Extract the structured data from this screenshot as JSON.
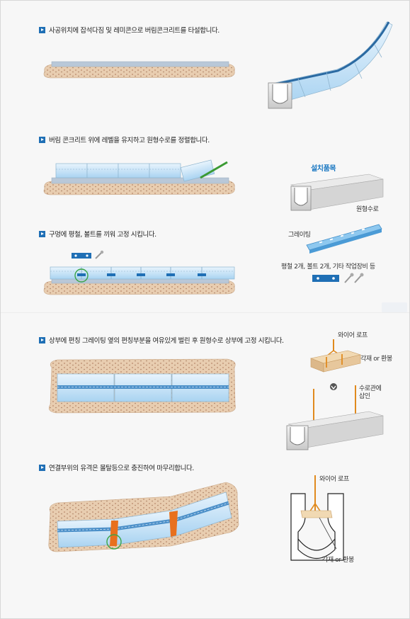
{
  "steps": [
    {
      "id": 1,
      "text": "사공위치에 잡석다짐 및 레미콘으로 버림콘크리트를 타설합니다."
    },
    {
      "id": 2,
      "text": "버림 콘크리트 위에 레벨을 유지하고 원형수로를 정렬합니다."
    },
    {
      "id": 3,
      "text": "구멍에 평철, 볼트를 끼워 고정 시킵니다."
    },
    {
      "id": 4,
      "text": "상부에 편칭 그레이팅 옆의 편칭부분을 여유있게 벌린 후 원형수로 상부에 고정 시킵니다."
    },
    {
      "id": 5,
      "text": "연결부위의 유격은 몰탈등으로 충진하여 마무리합니다."
    }
  ],
  "parts": {
    "title": "설치품목",
    "channel": "원형수로",
    "grating": "그레이팅",
    "accessories": "평철 2개, 볼트 2개, 기타 작업장비 등"
  },
  "lift": {
    "wire_rope": "와이어 로프",
    "timber": "각재 or 환봉",
    "insert": "수로관에\n삽인"
  },
  "final": {
    "wire_rope": "와이어 로프",
    "timber": "각재 or 환봉"
  },
  "colors": {
    "accent": "#1f6fb5",
    "title_blue": "#1a78c2",
    "gravel": "#e6c9a8",
    "channel_blue": "#bfe0f7",
    "rope": "#e08a1e"
  }
}
